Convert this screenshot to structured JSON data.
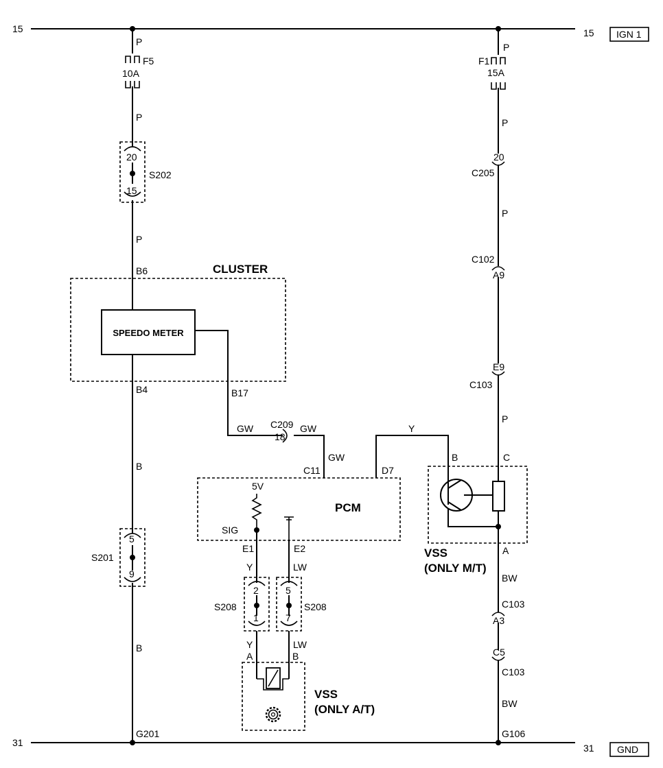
{
  "rails": {
    "top_left": "15",
    "top_right": "15",
    "top_tag": "IGN 1",
    "bottom_left": "31",
    "bottom_right": "31",
    "bottom_tag": "GND"
  },
  "left_branch": {
    "wire_p1": "P",
    "fuse_name": "F5",
    "fuse_rating": "10A",
    "wire_p2": "P",
    "splice_name": "S202",
    "splice_top_pin": "20",
    "splice_bottom_pin": "15",
    "wire_p3": "P",
    "pin_b6": "B6",
    "pin_b4": "B4",
    "pin_b17": "B17",
    "wire_b1": "B",
    "splice2_name": "S201",
    "splice2_top_pin": "5",
    "splice2_bottom_pin": "9",
    "wire_b2": "B",
    "ground_name": "G201"
  },
  "cluster": {
    "title": "CLUSTER",
    "speedo": "SPEEDO METER"
  },
  "gw_path": {
    "wire_gw1": "GW",
    "connector": "C209",
    "pin": "18",
    "wire_gw2": "GW",
    "wire_gw3": "GW"
  },
  "pcm": {
    "title": "PCM",
    "pin_c11": "C11",
    "pin_d7": "D7",
    "v5": "5V",
    "sig": "SIG",
    "pin_e1": "E1",
    "pin_e2": "E2"
  },
  "lower_center": {
    "wire_y1": "Y",
    "wire_lw1": "LW",
    "splice_left_name": "S208",
    "splice_left_top": "2",
    "splice_left_bottom": "1",
    "splice_right_name": "S208",
    "splice_right_top": "5",
    "splice_right_bottom": "7",
    "wire_y2": "Y",
    "wire_lw2": "LW",
    "pin_a": "A",
    "pin_b": "B",
    "vss_title": "VSS",
    "vss_sub": "(ONLY A/T)"
  },
  "right_branch": {
    "wire_p1": "P",
    "fuse_name": "F1",
    "fuse_rating": "15A",
    "wire_p2": "P",
    "pin_20": "20",
    "conn_c205": "C205",
    "wire_p3": "P",
    "conn_c102": "C102",
    "pin_a9": "A9",
    "pin_e9": "E9",
    "conn_c103a": "C103",
    "wire_p4": "P",
    "wire_y": "Y",
    "pin_b": "B",
    "pin_c": "C",
    "pin_a": "A",
    "vss_title": "VSS",
    "vss_sub": "(ONLY M/T)",
    "wire_bw1": "BW",
    "conn_c103b": "C103",
    "pin_a3": "A3",
    "pin_c5": "C5",
    "conn_c103c": "C103",
    "wire_bw2": "BW",
    "ground_name": "G106"
  }
}
